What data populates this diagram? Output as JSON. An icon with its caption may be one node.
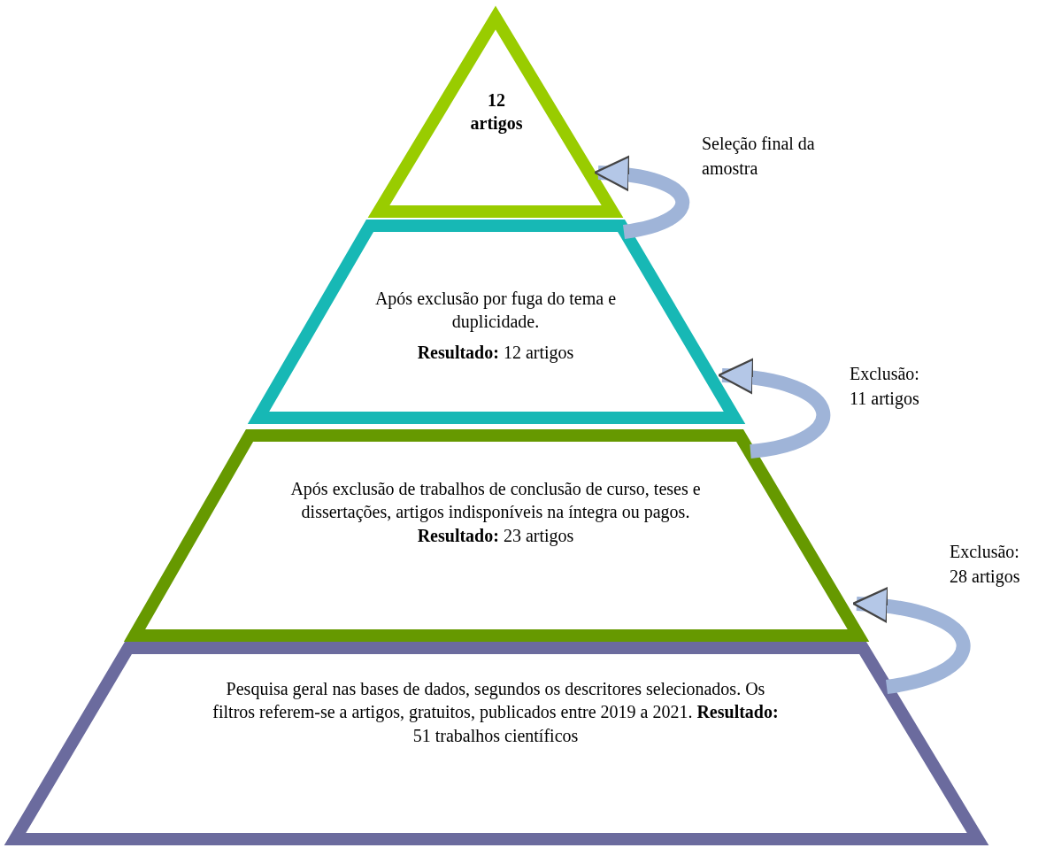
{
  "diagram": {
    "nodes": [
      {
        "text": [
          "12 artigos"
        ]
      },
      {
        "text": [
          "Após exclusão por fuga do tema e duplicidade.",
          "**Resultado:** 12 artigos"
        ]
      },
      {
        "text": [
          "Após exclusão de trabalhos de conclusão de curso, teses e dissertações, artigos indisponíveis na íntegra ou pagos. **Resultado:** 23 artigos"
        ]
      },
      {
        "text": [
          "Pesquisa geral nas bases de dados, segundos os descritores selecionados. Os filtros referem-se a artigos, gratuitos, publicados entre 2019 a 2021. **Resultado:** 51 trabalhos científicos"
        ]
      }
    ],
    "edges": [
      {
        "from": 1,
        "to": 0,
        "arrow": "to",
        "label": "Seleção final da amostra"
      },
      {
        "from": 2,
        "to": 1,
        "arrow": "to",
        "label": "Exclusão: 11 artigos"
      },
      {
        "from": 3,
        "to": 2,
        "arrow": "to",
        "label": "Exclusão: 28 artigos"
      }
    ]
  }
}
